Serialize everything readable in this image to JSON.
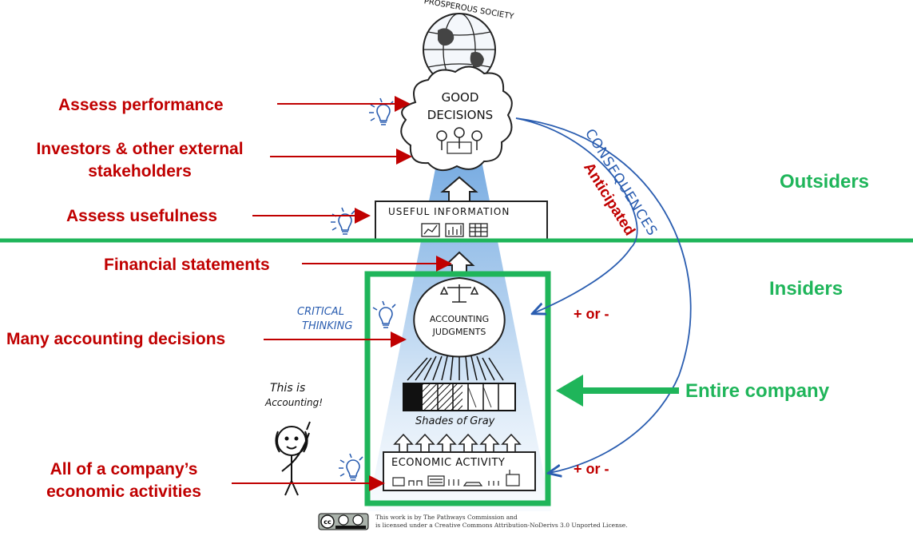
{
  "left_labels": {
    "assess_performance": "Assess performance",
    "investors_line1": "Investors & other external",
    "investors_line2": "stakeholders",
    "assess_usefulness": "Assess usefulness",
    "financial_statements": "Financial statements",
    "many_decisions": "Many accounting decisions",
    "all_activities_line1": "All of a company’s",
    "all_activities_line2": "economic activities"
  },
  "right_labels": {
    "outsiders": "Outsiders",
    "insiders": "Insiders",
    "entire_company": "Entire company",
    "plus_minus_top": "+ or -",
    "plus_minus_bottom": "+ or -",
    "anticipated": "Anticipated",
    "consequences": "CONSEQUENCES"
  },
  "sketch": {
    "prosperous_society": "PROSPEROUS SOCIETY",
    "good_decisions_line1": "GOOD",
    "good_decisions_line2": "DECISIONS",
    "useful_information": "USEFUL INFORMATION",
    "critical_thinking_line1": "CRITICAL",
    "critical_thinking_line2": "THINKING",
    "accounting_judgments_line1": "ACCOUNTING",
    "accounting_judgments_line2": "JUDGMENTS",
    "shades_of_gray": "Shades of Gray",
    "economic_activity": "ECONOMIC ACTIVITY",
    "this_is_line1": "This is",
    "this_is_line2": "Accounting!"
  },
  "credit": {
    "line1": "This work is by The Pathways Commission and",
    "line2": "is licensed under a Creative Commons Attribution-NoDerivs 3.0 Unported License."
  },
  "colors": {
    "red": "#c00000",
    "green": "#1fb55a",
    "blue": "#2a5db0",
    "beam": "#4a8fd6"
  },
  "icons": [
    "globe-icon",
    "lightbulb-icon",
    "cloud-icon",
    "balance-scale-icon",
    "stick-figure-icon",
    "cc-license-icon"
  ]
}
